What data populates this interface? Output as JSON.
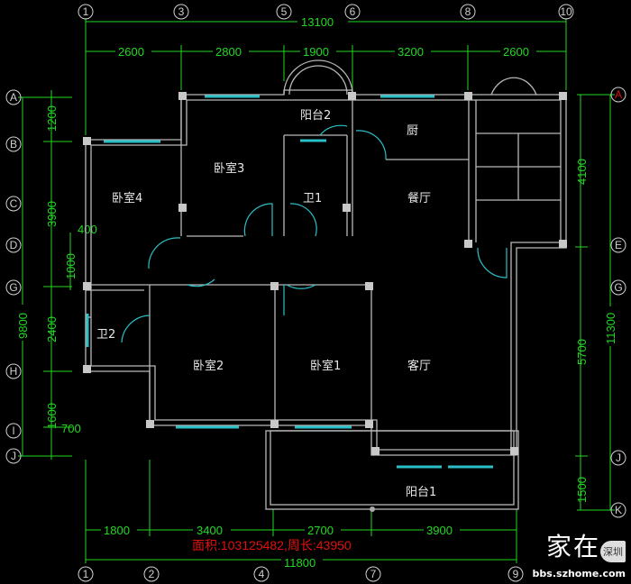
{
  "top_axes": [
    "1",
    "3",
    "5",
    "6",
    "8",
    "10"
  ],
  "top_total": "13100",
  "top_dims": [
    "2600",
    "2800",
    "1900",
    "3200",
    "2600"
  ],
  "left_axes": [
    "A",
    "B",
    "C",
    "D",
    "G",
    "H",
    "I",
    "J"
  ],
  "left_total": "9800",
  "left_dims": [
    "1200",
    "3900",
    "2400",
    "1600",
    "700",
    "400",
    "1000"
  ],
  "right_axes": [
    "A",
    "E",
    "G",
    "J",
    "K"
  ],
  "right_total": "11300",
  "right_dims": [
    "4100",
    "5700",
    "1500"
  ],
  "bottom_axes": [
    "1",
    "2",
    "4",
    "7",
    "9"
  ],
  "bottom_dims": [
    "1800",
    "3400",
    "2700",
    "3900"
  ],
  "bottom_total": "11800",
  "area_readout": "面积:103125482,周长:43950",
  "rooms": [
    "卧室4",
    "卧室3",
    "阳台2",
    "卫1",
    "厨",
    "餐厅",
    "卫2",
    "卧室2",
    "卧室1",
    "客厅",
    "阳台1"
  ],
  "watermark": {
    "brand": "家在",
    "badge": "深圳",
    "url": "bbs.szhome.com"
  },
  "colors": {
    "dimension": "#22d822",
    "wall": "#b8b8b8",
    "window": "#2bc0c8",
    "readout": "#e01010",
    "background": "#000000"
  }
}
